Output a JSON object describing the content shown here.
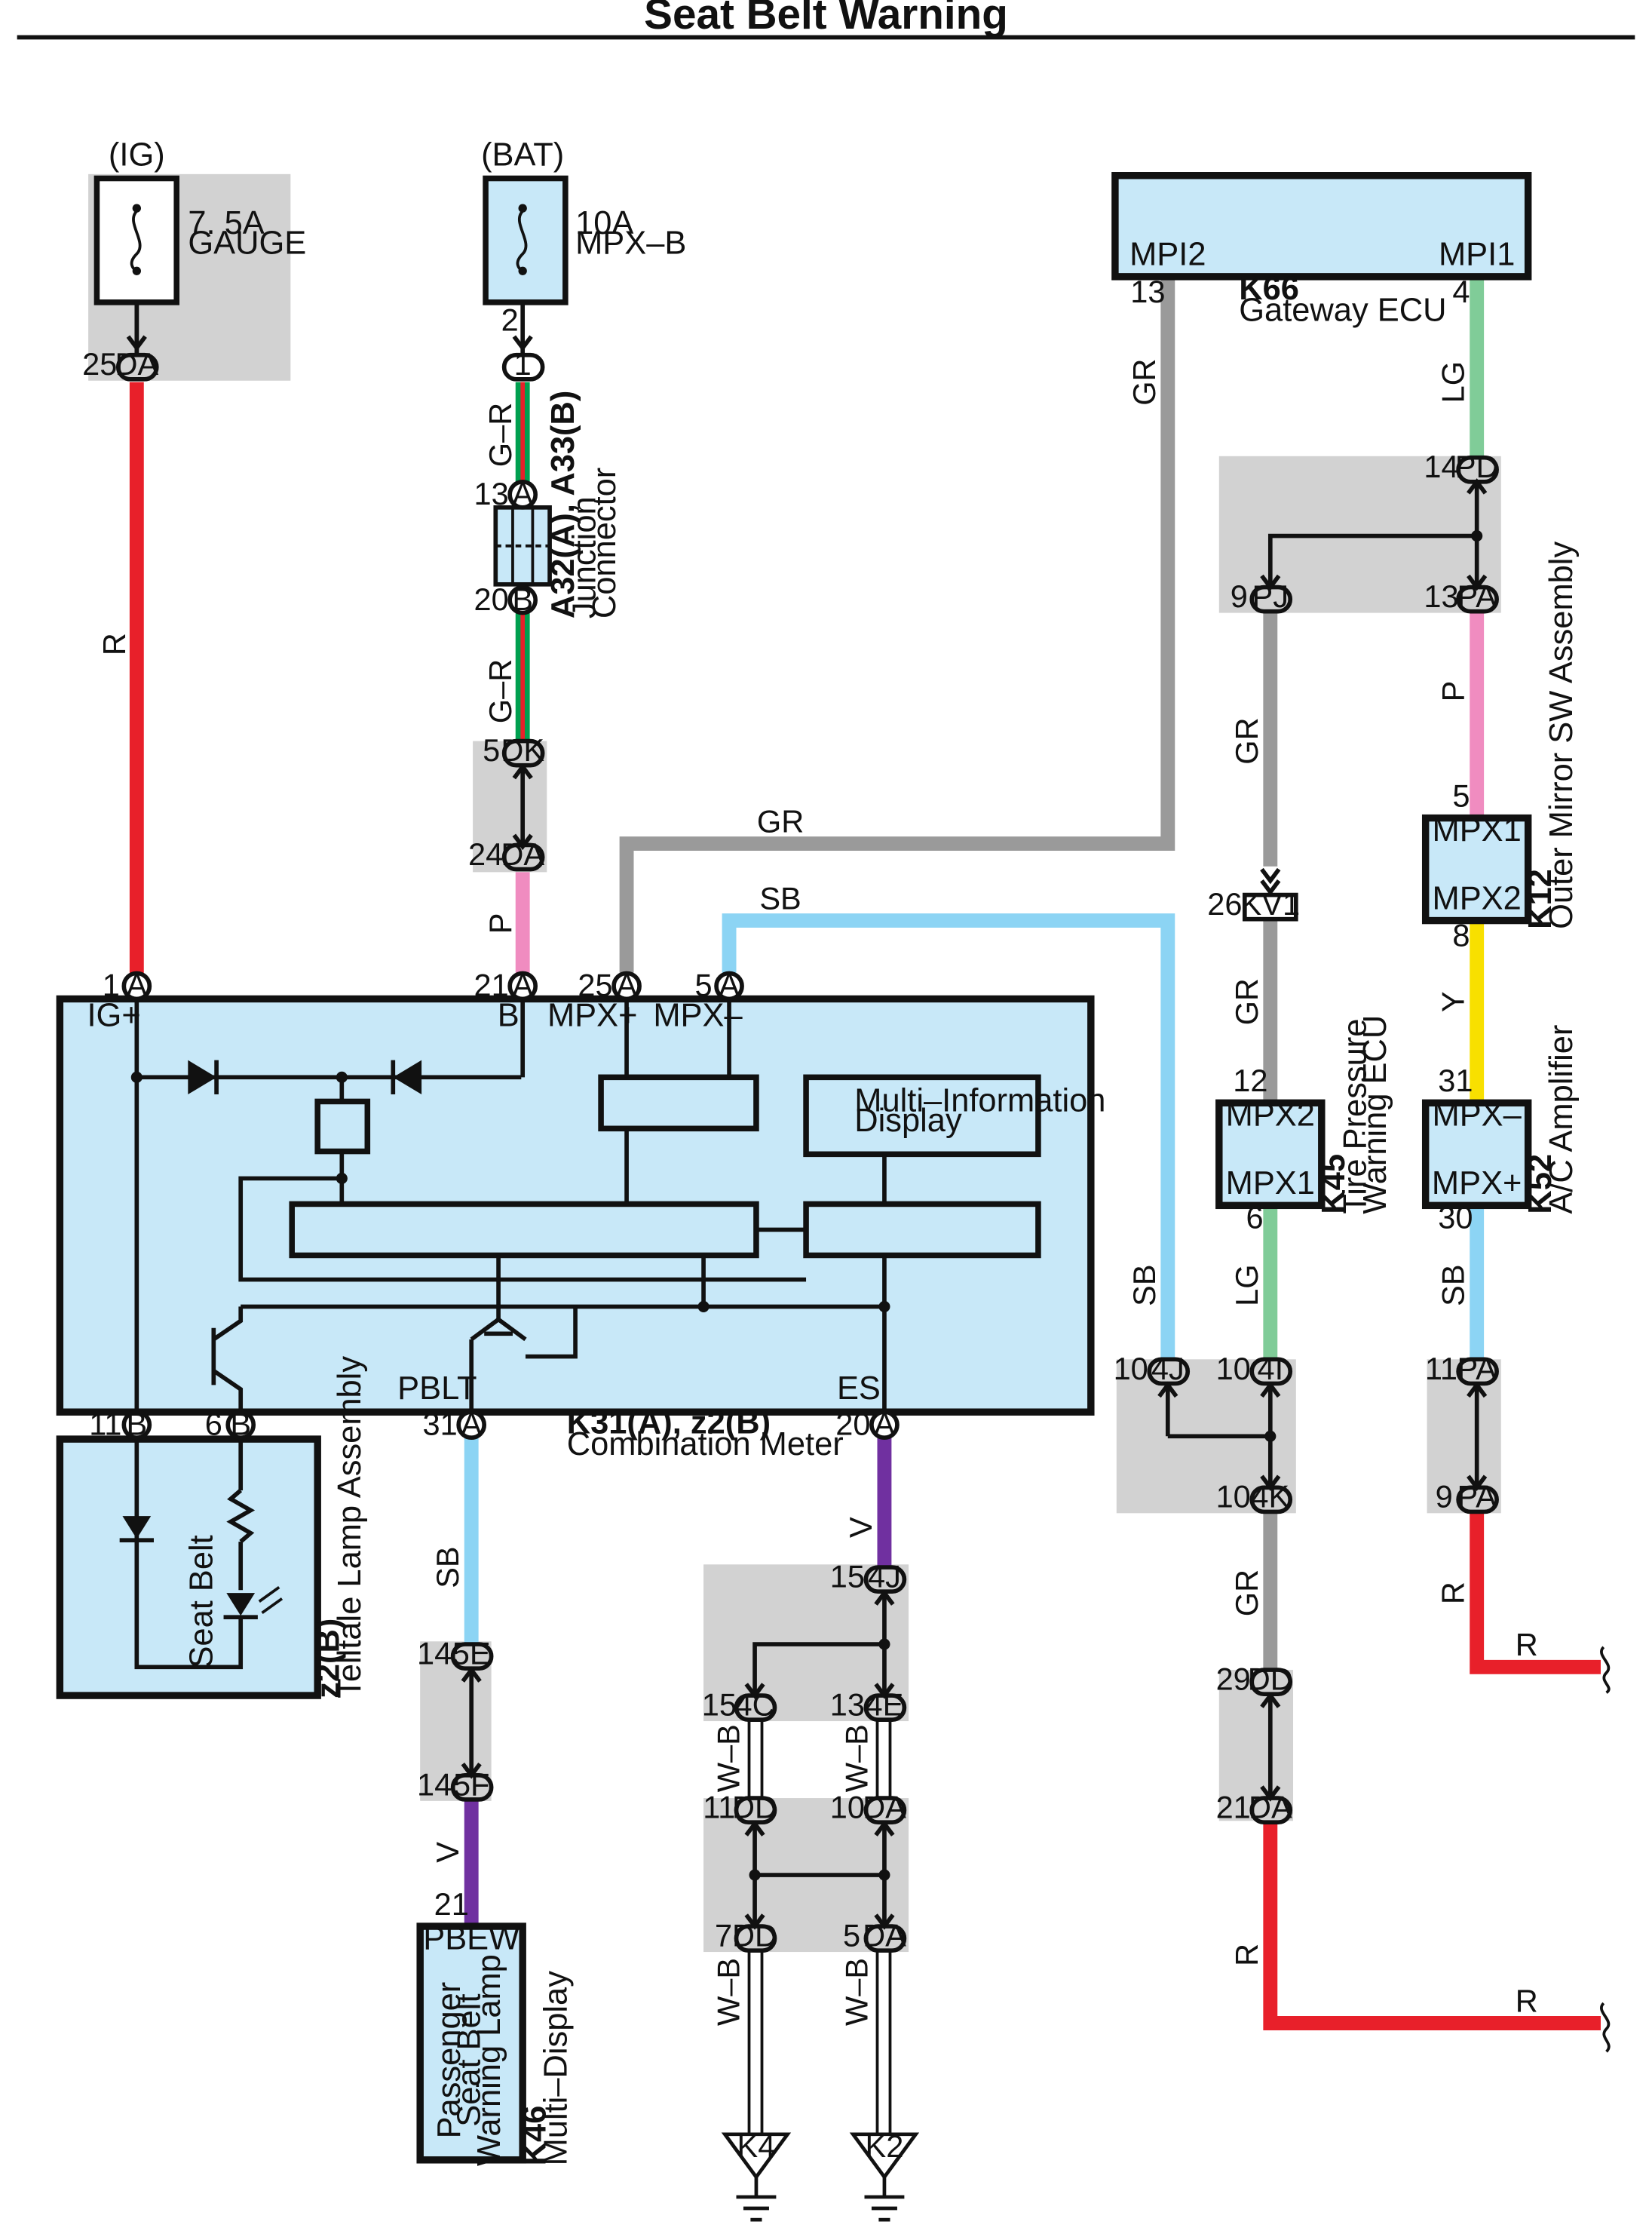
{
  "title": "Seat Belt Warning",
  "colors": {
    "R": "#e8202a",
    "P": "#f08cc0",
    "GR": "#9a9a9a",
    "LG": "#80cc98",
    "SB": "#8cd4f4",
    "Y": "#f8e000",
    "V": "#7030a0",
    "G-R": "#00a050",
    "component_fill": "#c8e8f8",
    "shade": "#d2d2d2"
  },
  "fuses": [
    {
      "label": "7. 5A",
      "label2": "GAUGE",
      "source": "(IG)"
    },
    {
      "label": "10A",
      "label2": "MPX–B",
      "source": "(BAT)"
    }
  ],
  "components": {
    "gateway": {
      "code": "K66",
      "name": "Gateway ECU",
      "term_left": "MPI2",
      "term_right": "MPI1",
      "pin_left": "13",
      "pin_right": "4"
    },
    "junction": {
      "code": "A32(A), A33(B)",
      "name1": "Junction",
      "name2": "Connector"
    },
    "combination": {
      "code": "K31(A), z2(B)",
      "name": "Combination Meter",
      "terms": [
        "IG+",
        "B",
        "MPX+",
        "MPX–",
        "PBLT",
        "ES"
      ],
      "mid": "Multi–Information",
      "mid2": "Display"
    },
    "telltale": {
      "code": "z2(B)",
      "name": "Telltale Lamp Assembly",
      "lamp": "Seat Belt"
    },
    "multidisplay": {
      "code": "K46",
      "name": "Multi–Display",
      "term": "PBEW",
      "lamp1": "Passenger",
      "lamp2": "Seat Belt",
      "lamp3": "Warning Lamp"
    },
    "tpms": {
      "code": "K45",
      "name1": "Tire Pressure",
      "name2": "Warning ECU",
      "term_top": "MPX2",
      "term_bot": "MPX1"
    },
    "mirror": {
      "code": "K12",
      "name": "Outer Mirror SW Assembly",
      "term_top": "MPX1",
      "term_bot": "MPX2"
    },
    "ac": {
      "code": "K52",
      "name": "A/C Amplifier",
      "term_top": "MPX–",
      "term_bot": "MPX+"
    }
  },
  "wires": {
    "R": "R",
    "GR_": "G–R",
    "P": "P",
    "GR": "GR",
    "SB": "SB",
    "LG": "LG",
    "Y": "Y",
    "V": "V",
    "WB": "W–B"
  },
  "connectors": {
    "DA": "DA",
    "A": "A",
    "B": "B",
    "one": "1",
    "DK": "DK",
    "PD": "PD",
    "PJ": "PJ",
    "PA": "PA",
    "KV1": "KV1",
    "J4": "4J",
    "I4": "4I",
    "K4c": "4K",
    "DD": "DD",
    "C4": "4C",
    "E4": "4E",
    "E5": "5E",
    "F5": "5F"
  },
  "pins": {
    "p25": "25",
    "p2": "2",
    "p13": "13",
    "p20": "20",
    "p5": "5",
    "p24": "24",
    "p1": "1",
    "p21": "21",
    "p4": "4",
    "p14": "14",
    "p9": "9",
    "p26": "26",
    "p12": "12",
    "p6": "6",
    "p8": "8",
    "p31": "31",
    "p30": "30",
    "p10": "10",
    "p11": "11",
    "p15": "15",
    "p29": "29",
    "p7": "7"
  },
  "grounds": [
    "K4",
    "K2"
  ]
}
